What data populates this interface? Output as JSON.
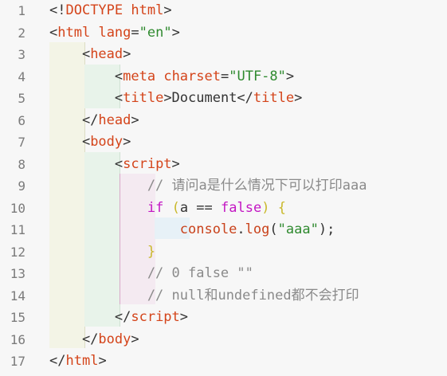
{
  "editor": {
    "lines": [
      {
        "n": "1",
        "t": [
          {
            "c": "pl",
            "v": "<!"
          },
          {
            "c": "tag",
            "v": "DOCTYPE"
          },
          {
            "c": "pl",
            "v": " "
          },
          {
            "c": "attr",
            "v": "html"
          },
          {
            "c": "pl",
            "v": ">"
          }
        ]
      },
      {
        "n": "2",
        "t": [
          {
            "c": "pl",
            "v": "<"
          },
          {
            "c": "tag",
            "v": "html"
          },
          {
            "c": "pl",
            "v": " "
          },
          {
            "c": "attr",
            "v": "lang"
          },
          {
            "c": "pl",
            "v": "="
          },
          {
            "c": "str",
            "v": "\"en\""
          },
          {
            "c": "pl",
            "v": ">"
          }
        ]
      },
      {
        "n": "3",
        "t": [
          {
            "c": "pl",
            "v": "    <"
          },
          {
            "c": "tag",
            "v": "head"
          },
          {
            "c": "pl",
            "v": ">"
          }
        ]
      },
      {
        "n": "4",
        "t": [
          {
            "c": "pl",
            "v": "        <"
          },
          {
            "c": "tag",
            "v": "meta"
          },
          {
            "c": "pl",
            "v": " "
          },
          {
            "c": "attr",
            "v": "charset"
          },
          {
            "c": "pl",
            "v": "="
          },
          {
            "c": "str",
            "v": "\"UTF-8\""
          },
          {
            "c": "pl",
            "v": ">"
          }
        ]
      },
      {
        "n": "5",
        "t": [
          {
            "c": "pl",
            "v": "        <"
          },
          {
            "c": "tag",
            "v": "title"
          },
          {
            "c": "pl",
            "v": ">Document</"
          },
          {
            "c": "tag",
            "v": "title"
          },
          {
            "c": "pl",
            "v": ">"
          }
        ]
      },
      {
        "n": "6",
        "t": [
          {
            "c": "pl",
            "v": "    </"
          },
          {
            "c": "tag",
            "v": "head"
          },
          {
            "c": "pl",
            "v": ">"
          }
        ]
      },
      {
        "n": "7",
        "t": [
          {
            "c": "pl",
            "v": "    <"
          },
          {
            "c": "tag",
            "v": "body"
          },
          {
            "c": "pl",
            "v": ">"
          }
        ]
      },
      {
        "n": "8",
        "t": [
          {
            "c": "pl",
            "v": "        <"
          },
          {
            "c": "tag",
            "v": "script"
          },
          {
            "c": "pl",
            "v": ">"
          }
        ]
      },
      {
        "n": "9",
        "t": [
          {
            "c": "cm",
            "v": "            // 请问a是什么情况下可以打印aaa"
          }
        ]
      },
      {
        "n": "10",
        "t": [
          {
            "c": "pl",
            "v": "            "
          },
          {
            "c": "kw",
            "v": "if"
          },
          {
            "c": "pl",
            "v": " "
          },
          {
            "c": "brace",
            "v": "("
          },
          {
            "c": "pl",
            "v": "a == "
          },
          {
            "c": "bool",
            "v": "false"
          },
          {
            "c": "brace",
            "v": ")"
          },
          {
            "c": "pl",
            "v": " "
          },
          {
            "c": "brace",
            "v": "{"
          }
        ]
      },
      {
        "n": "11",
        "t": [
          {
            "c": "pl",
            "v": "                "
          },
          {
            "c": "fn",
            "v": "console"
          },
          {
            "c": "pl",
            "v": "."
          },
          {
            "c": "fn",
            "v": "log"
          },
          {
            "c": "pl",
            "v": "("
          },
          {
            "c": "str",
            "v": "\"aaa\""
          },
          {
            "c": "pl",
            "v": ");"
          }
        ]
      },
      {
        "n": "12",
        "t": [
          {
            "c": "pl",
            "v": "            "
          },
          {
            "c": "brace",
            "v": "}"
          }
        ]
      },
      {
        "n": "13",
        "t": [
          {
            "c": "cm",
            "v": "            // 0 false \"\""
          }
        ]
      },
      {
        "n": "14",
        "t": [
          {
            "c": "cm",
            "v": "            // null和undefined都不会打印"
          }
        ]
      },
      {
        "n": "15",
        "t": [
          {
            "c": "pl",
            "v": "        </"
          },
          {
            "c": "tag",
            "v": "script"
          },
          {
            "c": "pl",
            "v": ">"
          }
        ]
      },
      {
        "n": "16",
        "t": [
          {
            "c": "pl",
            "v": "    </"
          },
          {
            "c": "tag",
            "v": "body"
          },
          {
            "c": "pl",
            "v": ">"
          }
        ]
      },
      {
        "n": "17",
        "t": [
          {
            "c": "pl",
            "v": "</"
          },
          {
            "c": "tag",
            "v": "html"
          },
          {
            "c": "pl",
            "v": ">"
          }
        ]
      }
    ]
  }
}
